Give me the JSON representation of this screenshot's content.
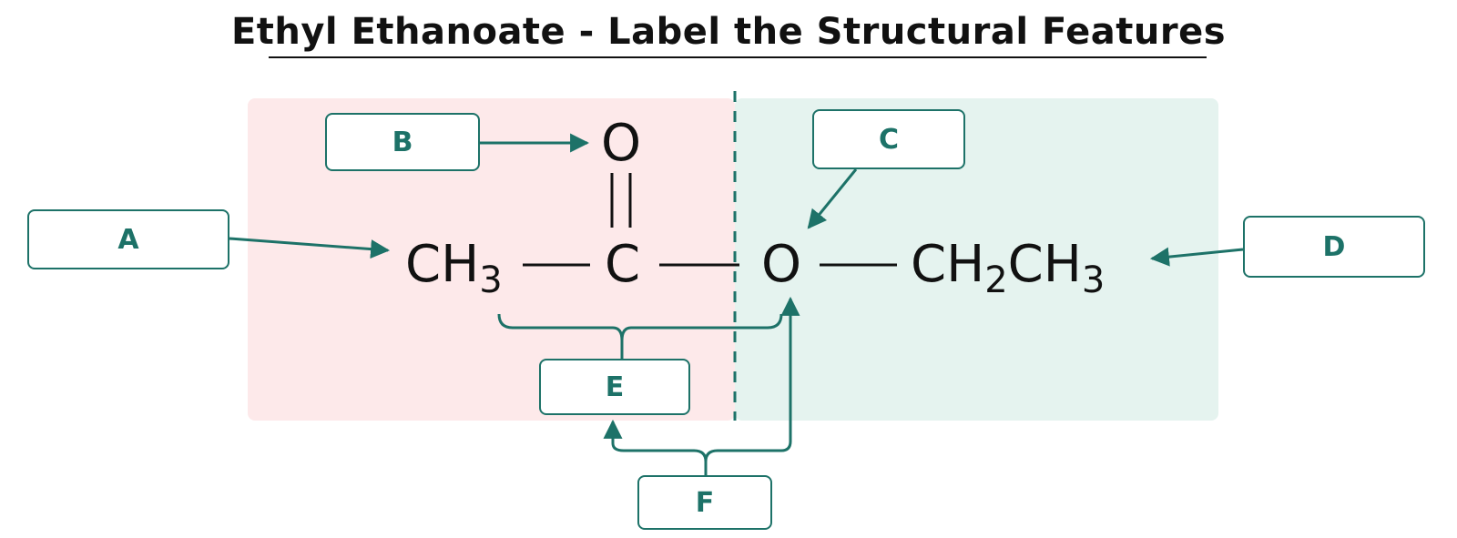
{
  "title": "Ethyl Ethanoate - Label the Structural Features",
  "colors": {
    "accent": "#1d7268",
    "region_left": "#fde9ea",
    "region_right": "#e5f3ef",
    "text": "#111111"
  },
  "molecule": {
    "ch3_left": {
      "main": "CH",
      "sub": "3"
    },
    "carbonyl_c": "C",
    "carbonyl_o": "O",
    "ester_o": "O",
    "ethyl": {
      "p1": "CH",
      "s1": "2",
      "p2": "CH",
      "s2": "3"
    }
  },
  "labels": {
    "a": "A",
    "b": "B",
    "c": "C",
    "d": "D",
    "e": "E",
    "f": "F"
  }
}
